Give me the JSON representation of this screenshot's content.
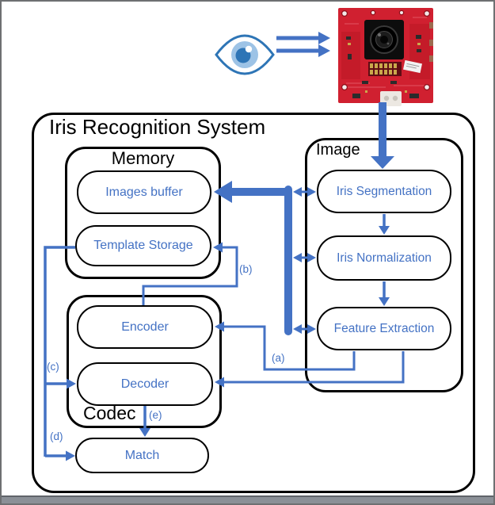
{
  "title": "Iris Recognition System",
  "sections": {
    "memory": {
      "label": "Memory"
    },
    "image": {
      "label": "Image"
    },
    "codec": {
      "label": "Codec"
    }
  },
  "nodes": {
    "images_buffer": "Images buffer",
    "template_storage": "Template Storage",
    "iris_segmentation": "Iris Segmentation",
    "iris_normalization": "Iris Normalization",
    "feature_extraction": "Feature Extraction",
    "encoder": "Encoder",
    "decoder": "Decoder",
    "match": "Match"
  },
  "edge_labels": {
    "a": "(a)",
    "b": "(b)",
    "c": "(c)",
    "d": "(d)",
    "e": "(e)"
  },
  "edges": [
    {
      "from": "eye",
      "to": "camera-board",
      "style": "double-arrow"
    },
    {
      "from": "camera-board",
      "to": "iris_segmentation",
      "style": "thick"
    },
    {
      "from": "processing-bus",
      "to": "images_buffer",
      "style": "thick"
    },
    {
      "from": "processing-bus",
      "to": "iris_segmentation",
      "style": "bidirectional"
    },
    {
      "from": "processing-bus",
      "to": "iris_normalization",
      "style": "bidirectional"
    },
    {
      "from": "processing-bus",
      "to": "feature_extraction",
      "style": "bidirectional"
    },
    {
      "from": "iris_segmentation",
      "to": "iris_normalization"
    },
    {
      "from": "iris_normalization",
      "to": "feature_extraction"
    },
    {
      "from": "feature_extraction",
      "to": "encoder",
      "label": "(a)"
    },
    {
      "from": "encoder",
      "to": "template_storage",
      "label": "(b)"
    },
    {
      "from": "template_storage",
      "to": "decoder",
      "label": "(c)"
    },
    {
      "from": "template_storage",
      "to": "match",
      "label": "(d)"
    },
    {
      "from": "decoder",
      "to": "match",
      "label": "(e)"
    },
    {
      "from": "feature_extraction",
      "to": "decoder"
    }
  ],
  "colors": {
    "line_blue": "#4472C4",
    "eye_outline": "#2E75B6",
    "iris_fill": "#9DC3E6",
    "pcb_red": "#D02030",
    "box_stroke": "#000000"
  }
}
